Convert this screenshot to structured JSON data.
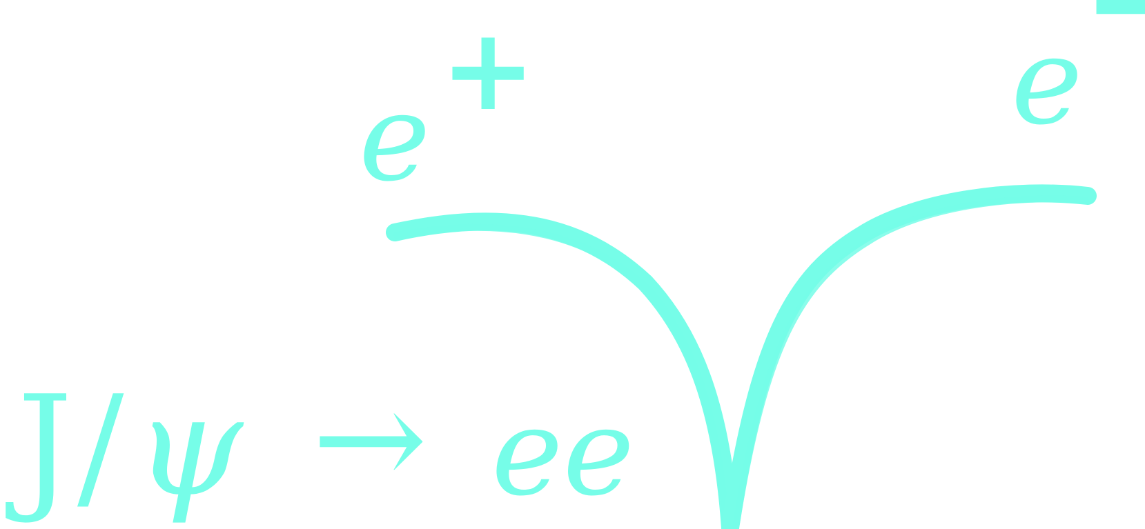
{
  "colors": {
    "accent": "#76FDE8"
  },
  "labels": {
    "positron_base": "e",
    "positron_sign": "+",
    "electron_base": "e",
    "electron_sign": "−"
  },
  "equation": {
    "particle": "J",
    "slash": "/",
    "psi": "ψ",
    "arrow": "→",
    "products": "ee"
  }
}
